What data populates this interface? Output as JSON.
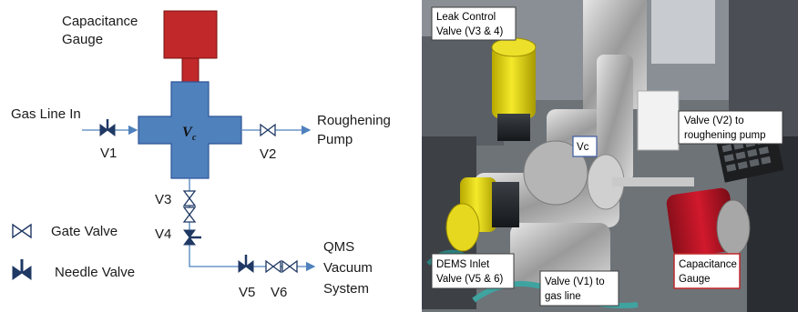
{
  "schematic": {
    "capacitance_gauge": [
      "Capacitance",
      "Gauge"
    ],
    "gas_line_in": "Gas Line In",
    "roughening_pump": [
      "Roughening",
      "Pump"
    ],
    "vc_symbol": "V",
    "vc_subscript": "c",
    "valves": {
      "v1": "V1",
      "v2": "V2",
      "v3": "V3",
      "v4": "V4",
      "v5": "V5",
      "v6": "V6"
    },
    "qms": [
      "QMS",
      "Vacuum",
      "System"
    ],
    "legend": {
      "gate_valve": "Gate Valve",
      "needle_valve": "Needle Valve"
    },
    "colors": {
      "gauge": "#c0282a",
      "chamber": "#4f81bd",
      "lines": "#4f81bd",
      "valve_fill": "#1f3864"
    }
  },
  "photo": {
    "labels": {
      "leak_control": [
        "Leak Control",
        "Valve (V3 & 4)"
      ],
      "vc": "Vc",
      "valve_v2": [
        "Valve (V2) to",
        "roughening pump"
      ],
      "dems_inlet": [
        "DEMS Inlet",
        "Valve (V5 & 6)"
      ],
      "valve_v1": [
        "Valve (V1) to",
        "gas line"
      ],
      "capacitance_gauge": [
        "Capacitance",
        "Gauge"
      ]
    }
  }
}
